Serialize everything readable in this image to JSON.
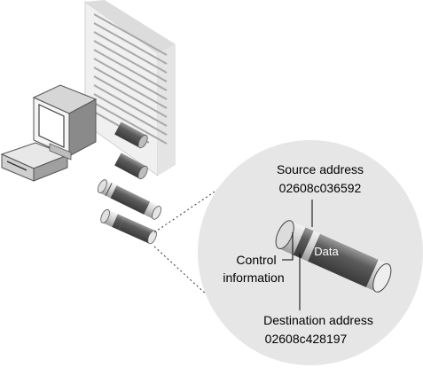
{
  "labels": {
    "source_title": "Source address",
    "source_value": "02608c036592",
    "data": "Data",
    "control_line1": "Control",
    "control_line2": "information",
    "dest_title": "Destination address",
    "dest_value": "02608c428197"
  },
  "colors": {
    "circle_fill": "#e6e6e6",
    "packet_dark": "#6b6b6b",
    "packet_light": "#d9d9d9",
    "document_fill": "#eeeeee",
    "document_lines": "#a8a8a8"
  },
  "icons": [
    "computer-icon",
    "document-icon",
    "packet-icon"
  ]
}
